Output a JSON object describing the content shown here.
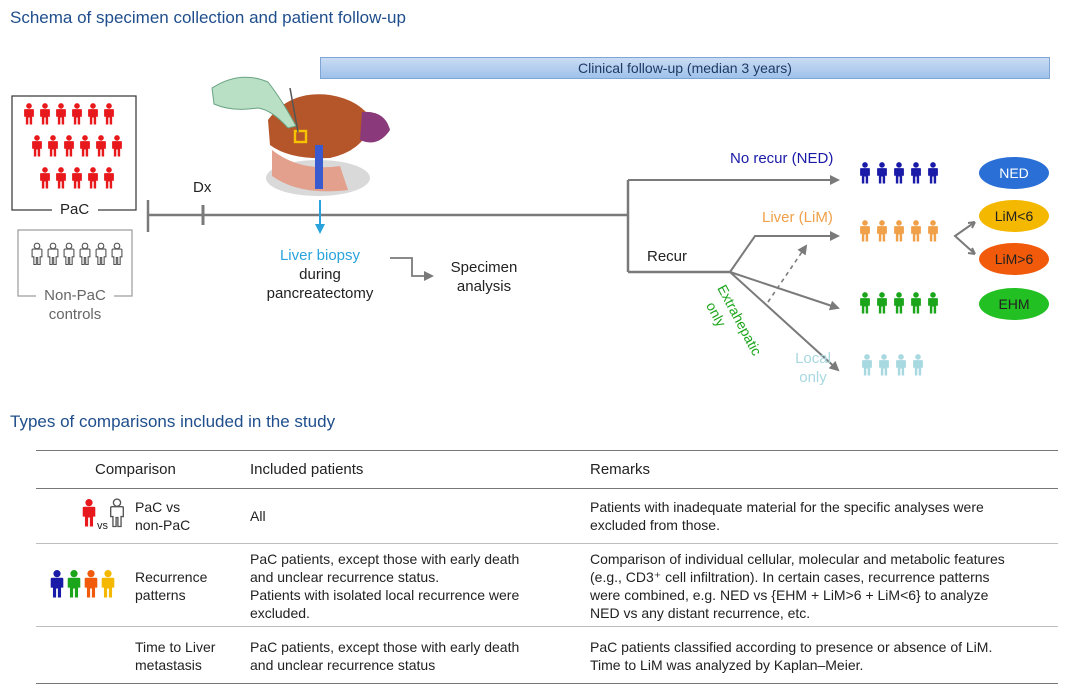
{
  "schema": {
    "title": "Schema of specimen collection and patient follow-up",
    "followup_bar": "Clinical follow-up (median 3 years)",
    "pac_label": "PaC",
    "nonpac_label_1": "Non-PaC",
    "nonpac_label_2": "controls",
    "dx_label": "Dx",
    "biopsy_line1": "Liver biopsy",
    "biopsy_line2": "during",
    "biopsy_line3": "pancreatectomy",
    "specimen_line1": "Specimen",
    "specimen_line2": "analysis",
    "recur_label": "Recur",
    "no_recur_label": "No recur (NED)",
    "liver_label": "Liver (LiM)",
    "extrahepatic_line1": "Extrahepatic",
    "extrahepatic_line2": "only",
    "local_line1": "Local",
    "local_line2": "only",
    "badges": {
      "ned": "NED",
      "lim_lt6": "LiM<6",
      "lim_gt6": "LiM>6",
      "ehm": "EHM"
    }
  },
  "colors": {
    "title": "#1f4e8c",
    "pac_red": "#e8191d",
    "ned_blue": "#1a1aa8",
    "liver_orange": "#f0a048",
    "ehm_green": "#1aa51a",
    "local_lightblue": "#a8d8e0",
    "biopsy_blue": "#29a3dc",
    "badge_ned": "#2a6fd6",
    "badge_lim_lt6": "#f5b800",
    "badge_lim_gt6": "#f05a0a",
    "badge_ehm": "#22c022",
    "followup_bar": "#a7c7ec"
  },
  "comparisons": {
    "title": "Types of comparisons included in the study",
    "headers": {
      "comparison": "Comparison",
      "patients": "Included patients",
      "remarks": "Remarks"
    },
    "rows": [
      {
        "label": "PaC vs\nnon-PaC",
        "vs": "vs",
        "patients": "All",
        "remarks": "Patients with inadequate material for the specific analyses were\nexcluded from those."
      },
      {
        "label": "Recurrence\npatterns",
        "patients": "PaC patients, except those with early death\nand unclear recurrence status.\nPatients with isolated local recurrence were\nexcluded.",
        "remarks": "Comparison of individual cellular, molecular and metabolic features\n(e.g., CD3⁺ cell infiltration). In certain cases, recurrence patterns\nwere combined, e.g. NED vs {EHM + LiM>6 + LiM<6} to analyze\nNED vs any distant recurrence, etc."
      },
      {
        "label": "Time to Liver\nmetastasis",
        "patients": "PaC patients, except those with early death\nand unclear recurrence status",
        "remarks": "PaC patients classified according to presence or absence of LiM.\nTime to LiM was analyzed by Kaplan–Meier."
      }
    ]
  }
}
